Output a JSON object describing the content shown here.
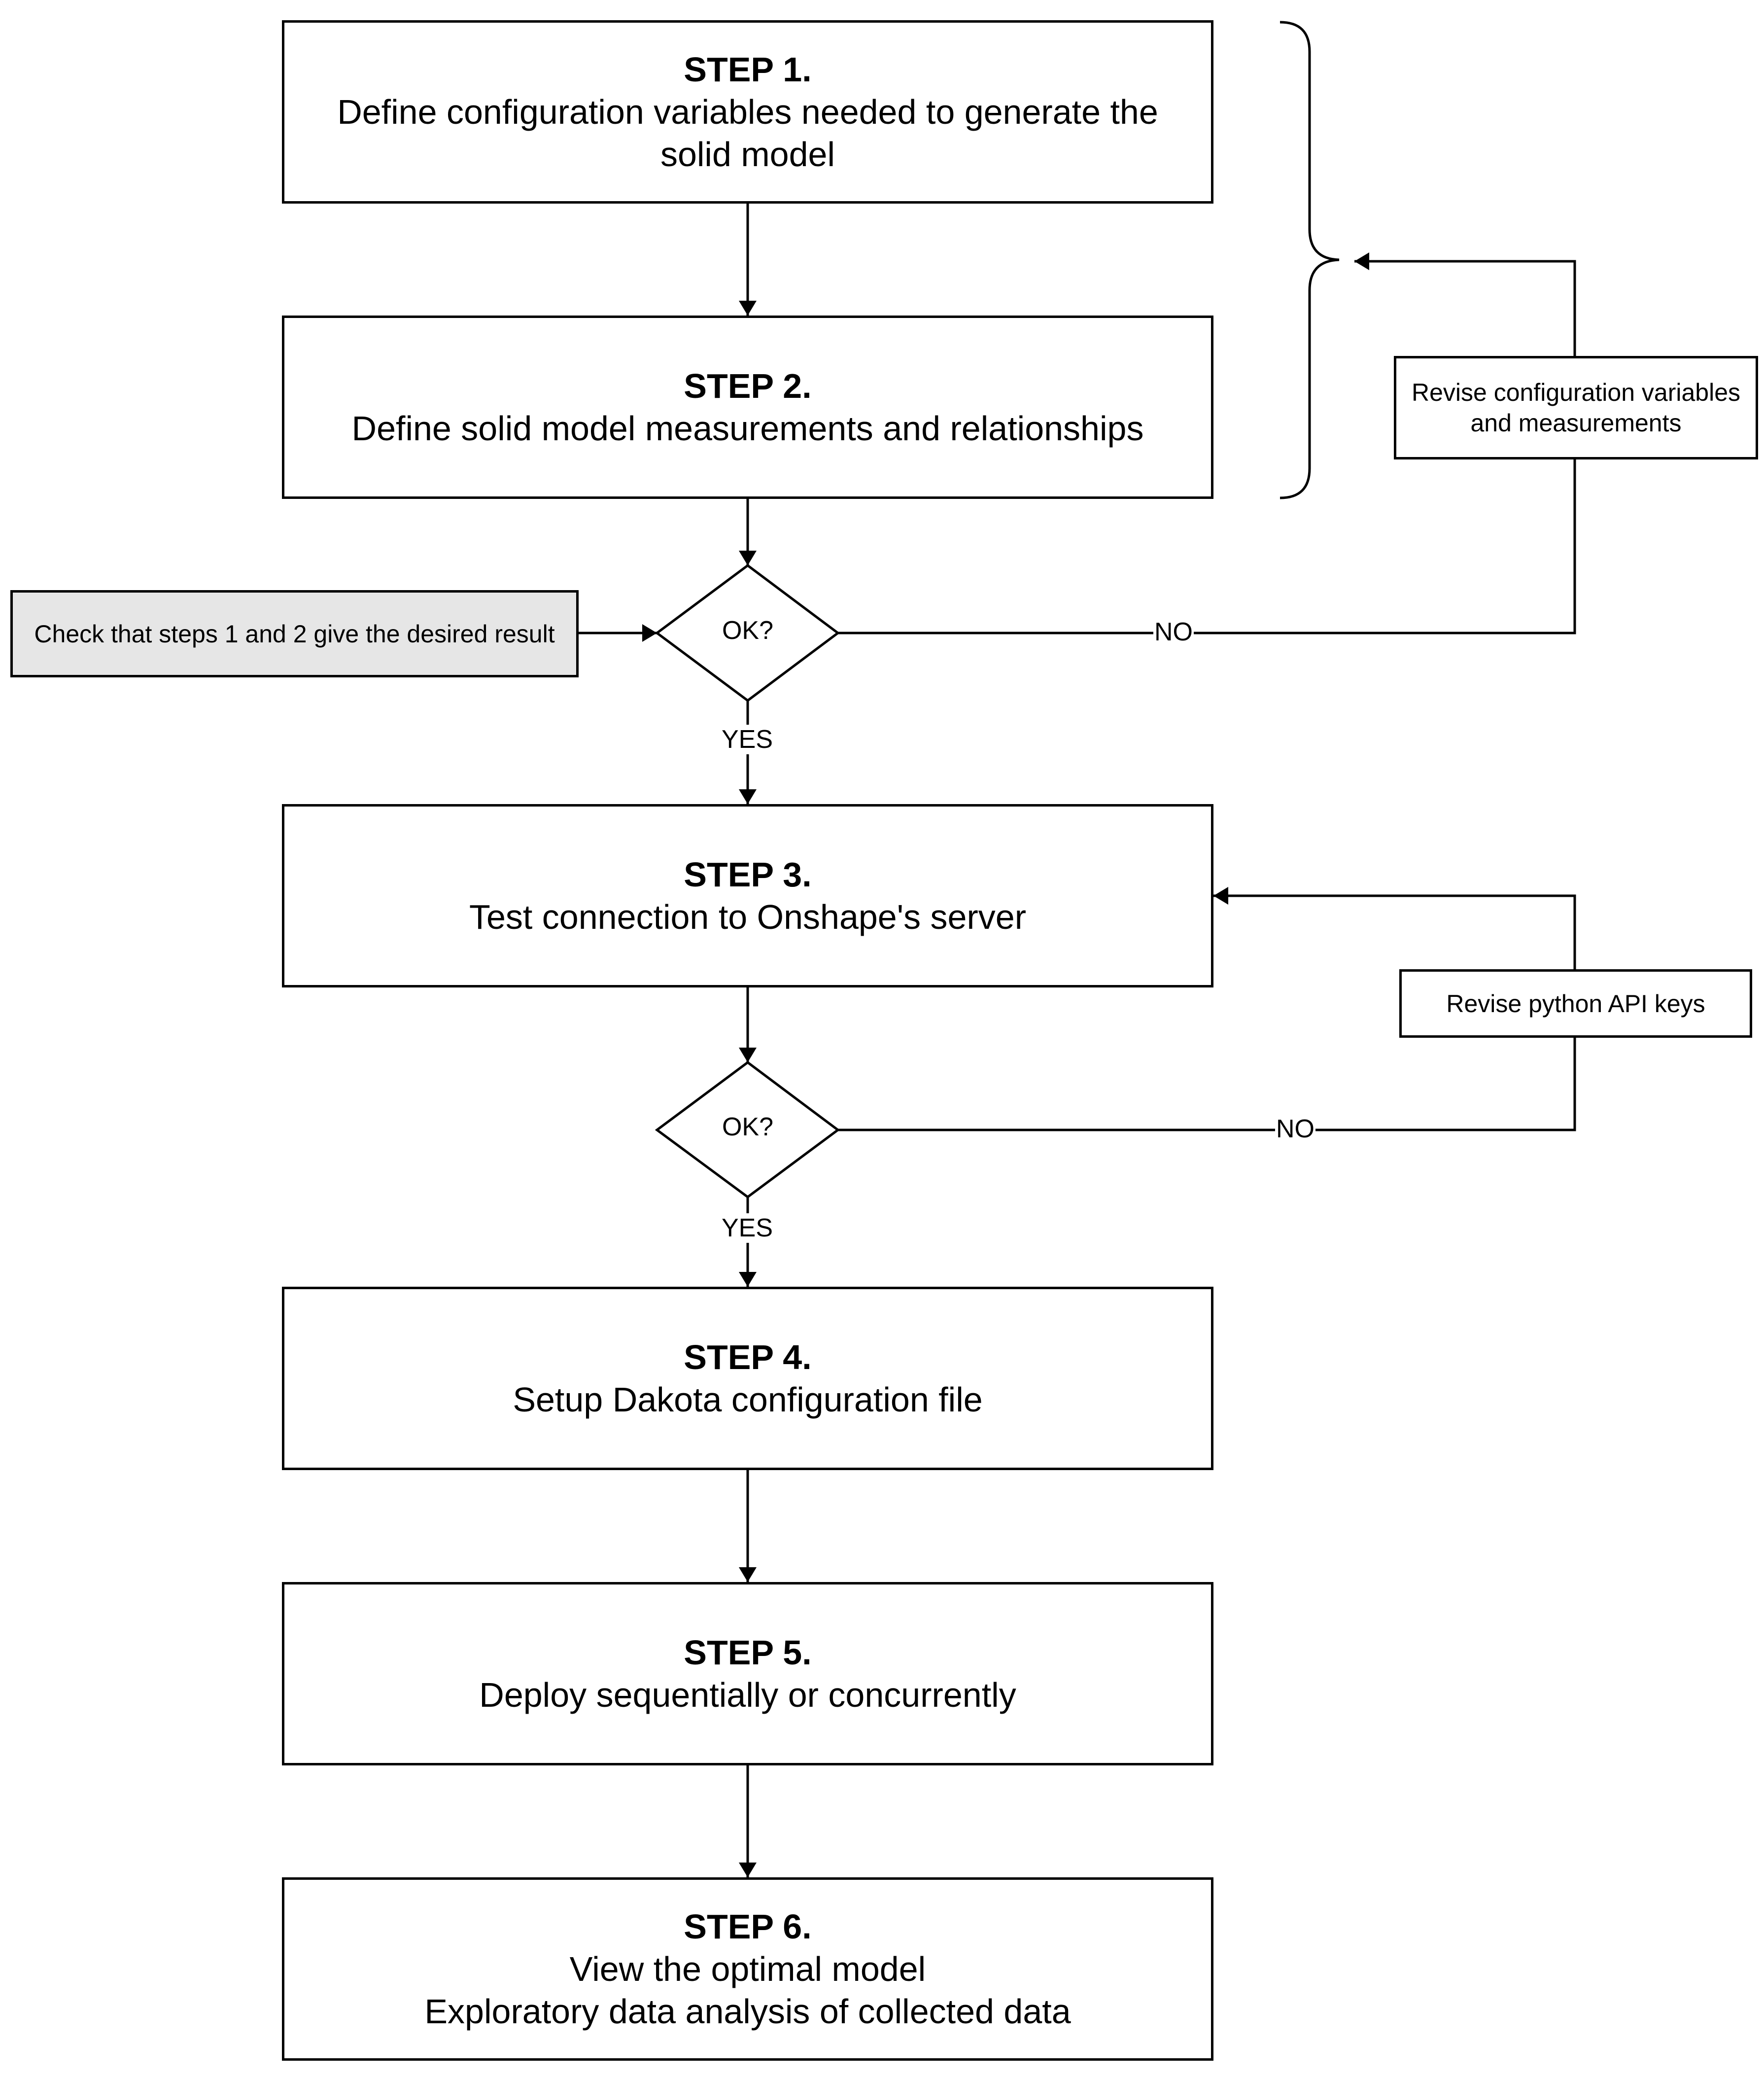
{
  "steps": [
    {
      "title": "STEP 1.",
      "lines": [
        "Define configuration variables needed to generate the",
        "solid model"
      ]
    },
    {
      "title": "STEP 2.",
      "lines": [
        "Define solid model measurements and relationships"
      ]
    },
    {
      "title": "STEP 3.",
      "lines": [
        "Test connection to Onshape's server"
      ]
    },
    {
      "title": "STEP 4.",
      "lines": [
        "Setup Dakota configuration file"
      ]
    },
    {
      "title": "STEP 5.",
      "lines": [
        "Deploy sequentially or concurrently"
      ]
    },
    {
      "title": "STEP 6.",
      "lines": [
        "View the optimal model",
        "Exploratory data analysis of collected data"
      ]
    }
  ],
  "check_note": "Check that steps 1 and 2 give the desired result",
  "decisions": [
    {
      "question": "OK?",
      "yes": "YES",
      "no": "NO"
    },
    {
      "question": "OK?",
      "yes": "YES",
      "no": "NO"
    }
  ],
  "revise_boxes": [
    {
      "lines": [
        "Revise configuration variables",
        "and measurements"
      ]
    },
    {
      "lines": [
        "Revise python API keys"
      ]
    }
  ],
  "colors": {
    "stroke": "#000000",
    "note_fill": "#e6e6e6",
    "box_fill": "#ffffff"
  }
}
